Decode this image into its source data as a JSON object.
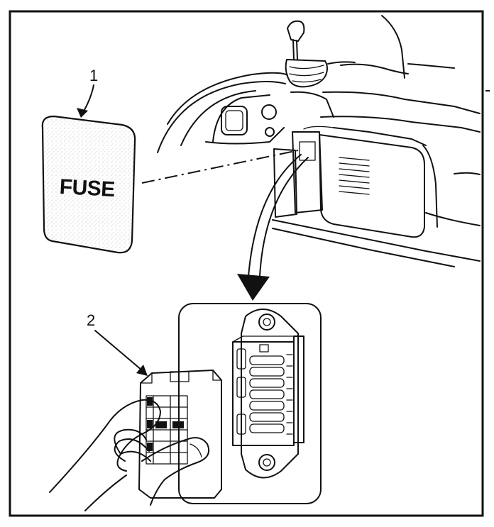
{
  "callouts": [
    {
      "id": "1",
      "text": "1"
    },
    {
      "id": "2",
      "text": "2"
    }
  ],
  "cover_label": "FUSE",
  "colors": {
    "ink": "#111111",
    "background": "#ffffff",
    "stipple": "#bdbdbd"
  },
  "fuse_block": {
    "fuse_count": 6,
    "slot_rows": 6
  }
}
